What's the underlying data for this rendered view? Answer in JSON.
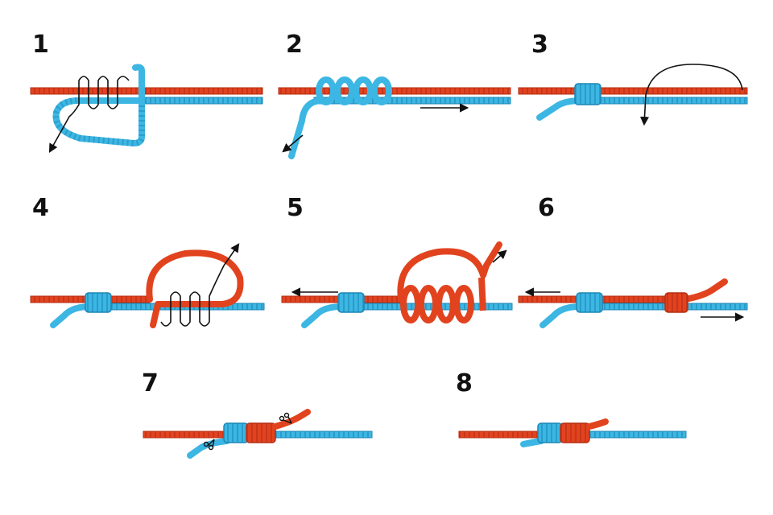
{
  "colors": {
    "red_line": "#e2431f",
    "red_dark": "#b52e12",
    "blue_line": "#3cb6e3",
    "blue_dark": "#1d86b5",
    "ink": "#111111",
    "background": "#ffffff"
  },
  "steps": [
    {
      "label": "1"
    },
    {
      "label": "2"
    },
    {
      "label": "3"
    },
    {
      "label": "4"
    },
    {
      "label": "5"
    },
    {
      "label": "6"
    },
    {
      "label": "7"
    },
    {
      "label": "8"
    }
  ]
}
